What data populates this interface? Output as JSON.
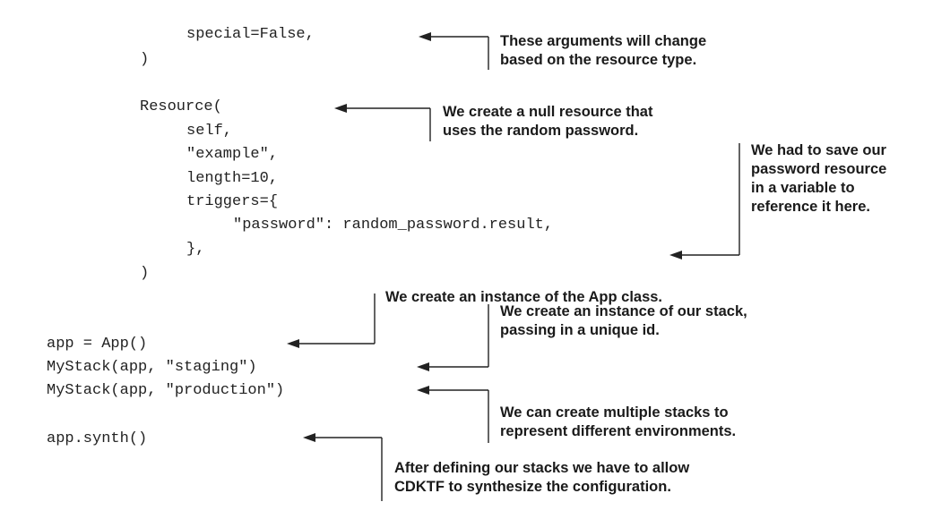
{
  "code_lines": [
    "special=False,",
    ")",
    "Resource(",
    "self,",
    "\"example\",",
    "length=10,",
    "triggers={",
    "\"password\": random_password.result,",
    "},",
    ")",
    "app = App()",
    "MyStack(app, \"staging\")",
    "MyStack(app, \"production\")",
    "app.synth()"
  ],
  "annotations": {
    "arguments_change": [
      "These arguments will change",
      "based on the resource type."
    ],
    "null_resource": [
      "We create a null resource that",
      "uses the random password."
    ],
    "password_variable": [
      "We had to save our",
      "password resource",
      "in a variable to",
      "reference it here."
    ],
    "app_instance": [
      "We create an instance of the App class."
    ],
    "stack_instance": [
      "We create an instance of our stack,",
      "passing in a unique id."
    ],
    "multiple_stacks": [
      "We can create multiple stacks to",
      "represent different environments."
    ],
    "synthesize": [
      "After defining our stacks we have to allow",
      "CDKTF to synthesize the configuration."
    ]
  }
}
